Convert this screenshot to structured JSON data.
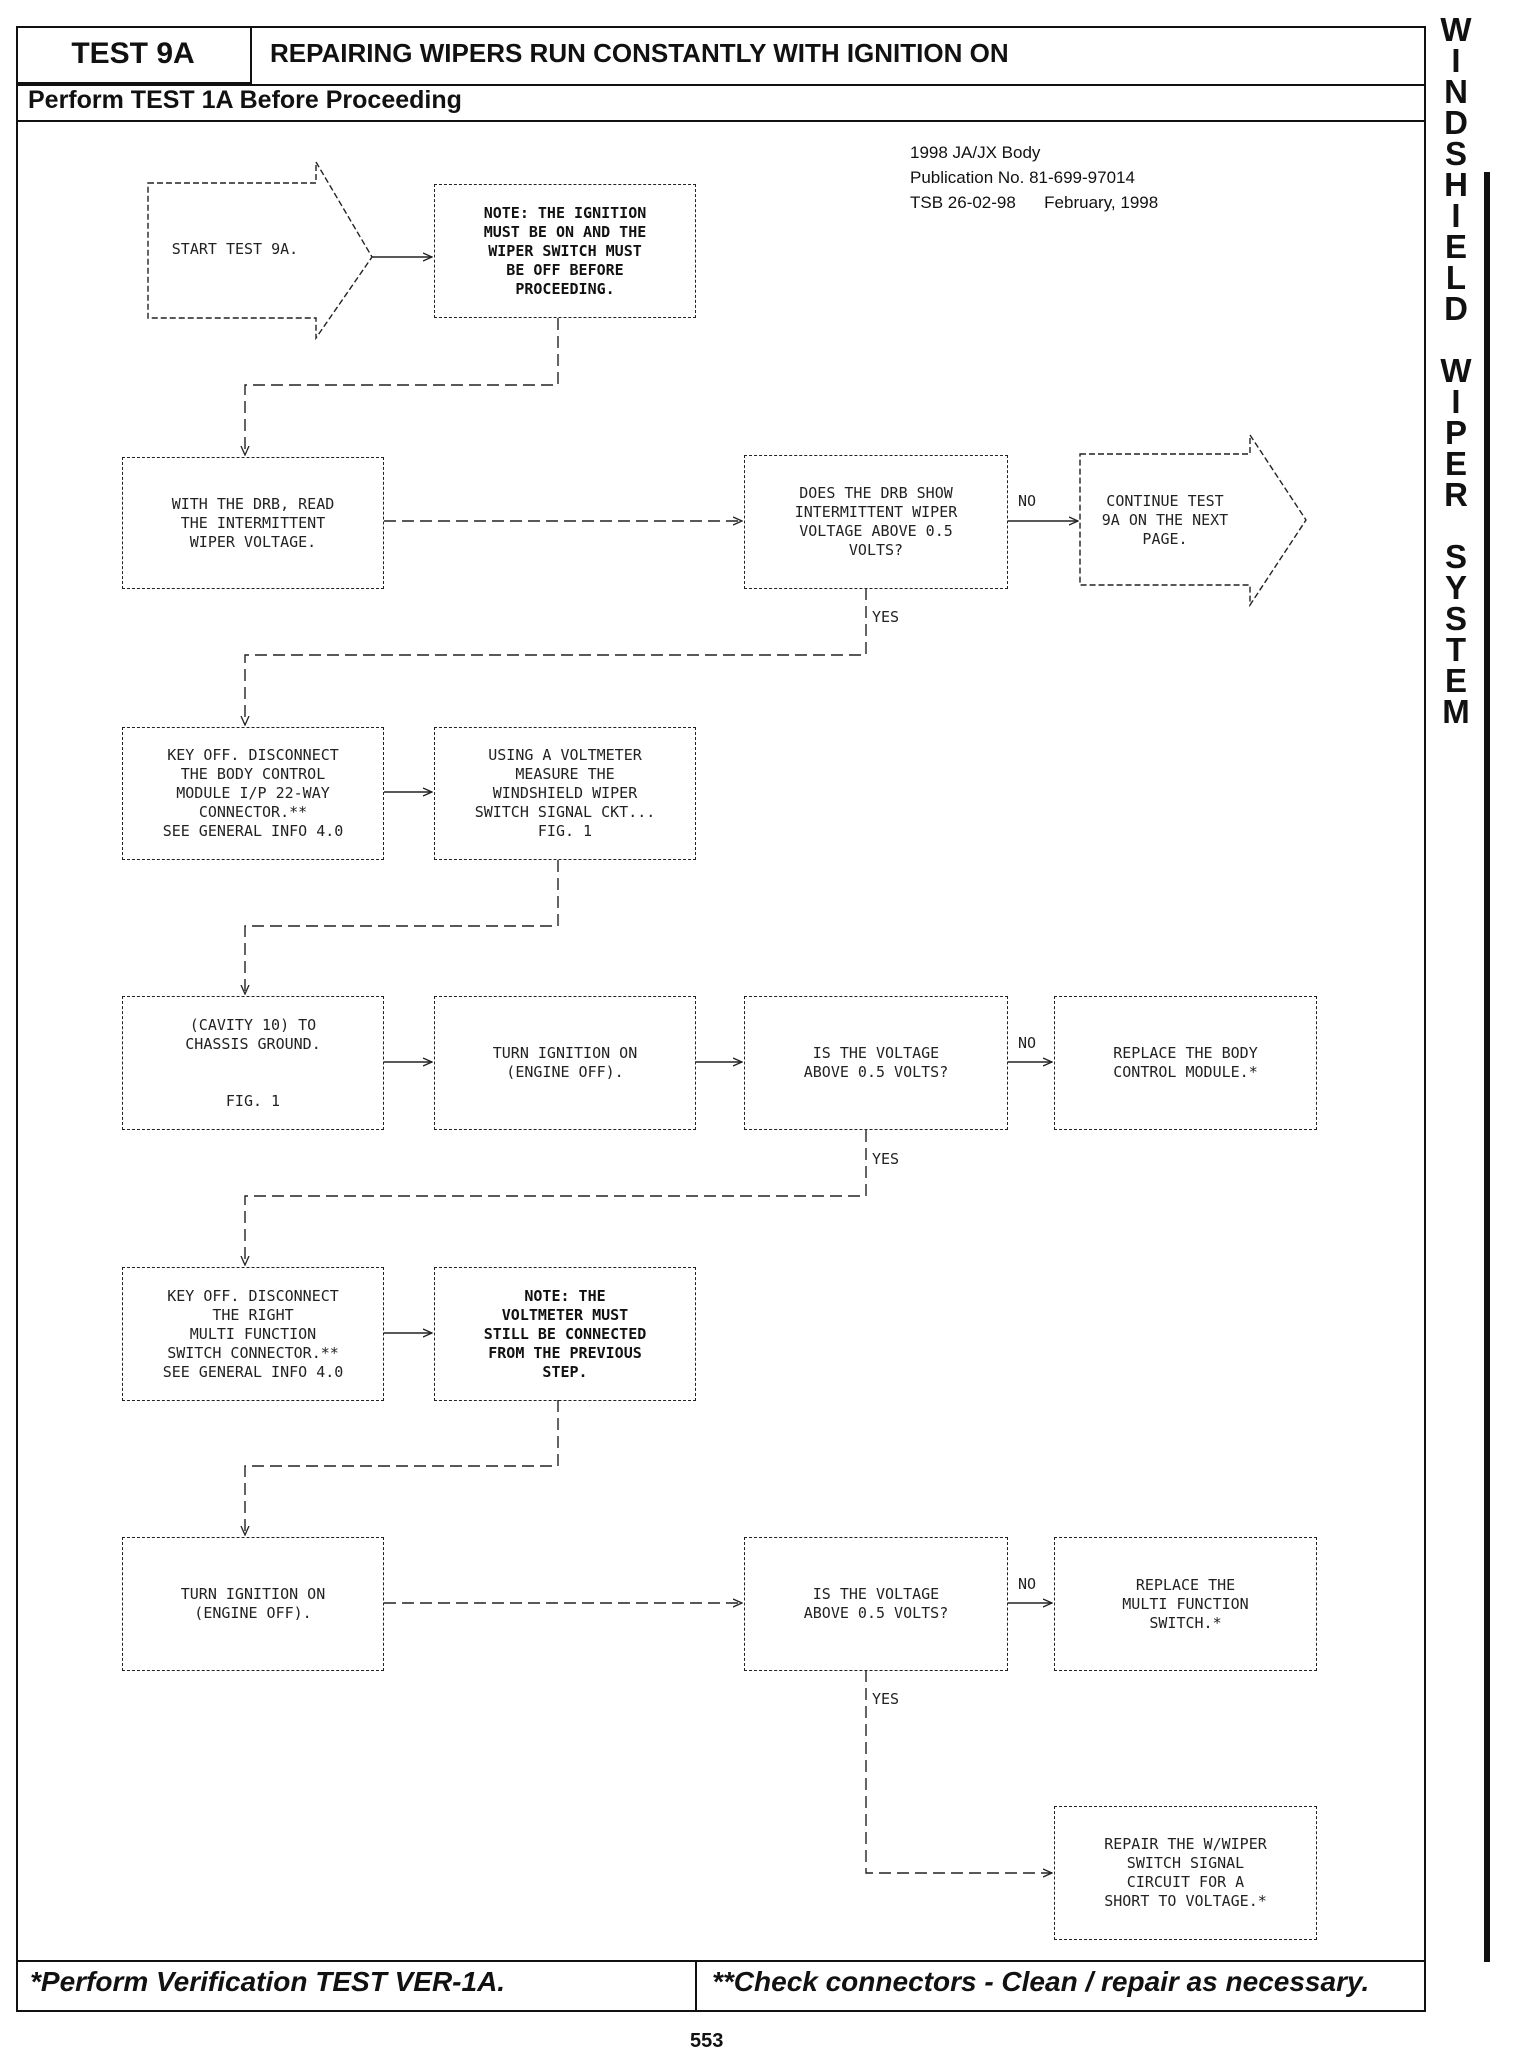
{
  "header": {
    "test_id": "TEST 9A",
    "title": "REPAIRING WIPERS RUN CONSTANTLY WITH IGNITION ON",
    "subtitle": "Perform TEST 1A Before Proceeding"
  },
  "publication": {
    "line1": "1998 JA/JX Body",
    "line2": "Publication No. 81-699-97014",
    "line3": "TSB 26-02-98      February, 1998"
  },
  "side_tab": [
    "W",
    "I",
    "N",
    "D",
    "S",
    "H",
    "I",
    "E",
    "L",
    "D",
    " ",
    "W",
    "I",
    "P",
    "E",
    "R",
    " ",
    "S",
    "Y",
    "S",
    "T",
    "E",
    "M"
  ],
  "flow": {
    "start": "START TEST 9A.",
    "note1": "NOTE: THE IGNITION\nMUST BE ON AND THE\nWIPER SWITCH MUST\nBE OFF BEFORE\nPROCEEDING.",
    "read_drb": "WITH THE DRB, READ\nTHE INTERMITTENT\nWIPER VOLTAGE.",
    "q_drb": "DOES THE DRB SHOW\nINTERMITTENT WIPER\nVOLTAGE ABOVE 0.5\nVOLTS?",
    "continue": "CONTINUE TEST\n9A ON THE NEXT\nPAGE.",
    "key_off_bcm": "KEY OFF. DISCONNECT\nTHE BODY CONTROL\nMODULE I/P 22-WAY\nCONNECTOR.**\nSEE GENERAL INFO 4.0",
    "voltmeter": "USING A VOLTMETER\nMEASURE THE\nWINDSHIELD WIPER\nSWITCH SIGNAL CKT...\nFIG. 1",
    "cavity": "(CAVITY 10) TO\nCHASSIS GROUND.\n\n\nFIG. 1",
    "ign_on_1": "TURN IGNITION ON\n(ENGINE OFF).",
    "q_volt_1": "IS THE VOLTAGE\nABOVE 0.5 VOLTS?",
    "replace_bcm": "REPLACE THE BODY\nCONTROL MODULE.*",
    "key_off_mfs": "KEY OFF. DISCONNECT\nTHE RIGHT\nMULTI FUNCTION\nSWITCH CONNECTOR.**\nSEE GENERAL INFO 4.0",
    "note2": "NOTE: THE\nVOLTMETER MUST\nSTILL BE CONNECTED\nFROM THE PREVIOUS\nSTEP.",
    "ign_on_2": "TURN IGNITION ON\n(ENGINE OFF).",
    "q_volt_2": "IS THE VOLTAGE\nABOVE 0.5 VOLTS?",
    "replace_mfs": "REPLACE THE\nMULTI FUNCTION\nSWITCH.*",
    "repair": "REPAIR THE W/WIPER\nSWITCH SIGNAL\nCIRCUIT FOR A\nSHORT TO VOLTAGE.*"
  },
  "labels": {
    "no": "NO",
    "yes": "YES"
  },
  "footer": {
    "left": "*Perform Verification TEST VER-1A.",
    "right": "**Check connectors - Clean / repair as necessary.",
    "page": "553"
  }
}
